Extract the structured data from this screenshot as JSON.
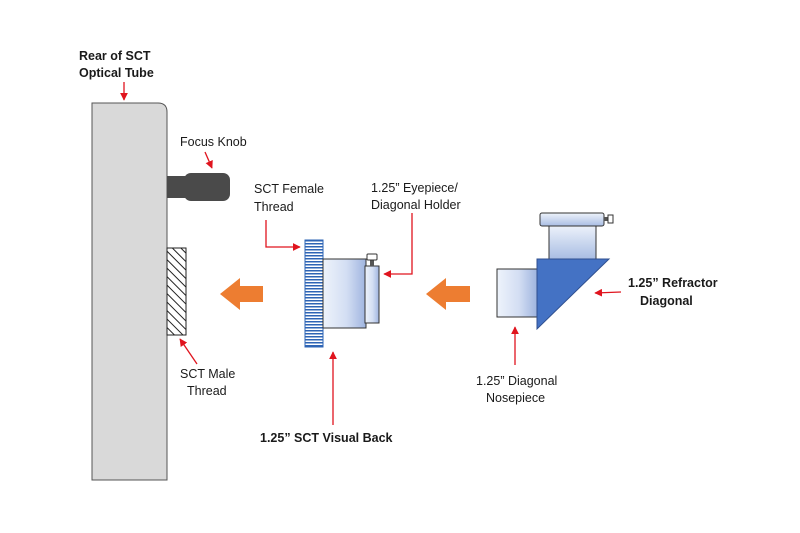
{
  "labels": {
    "rear_line1": "Rear of SCT",
    "rear_line2": "Optical Tube",
    "focus_knob": "Focus Knob",
    "female_line1": "SCT Female",
    "female_line2": "Thread",
    "holder_line1": "1.25” Eyepiece/",
    "holder_line2": "Diagonal Holder",
    "refractor_line1": "1.25” Refractor",
    "refractor_line2": "Diagonal",
    "male_line1": "SCT Male",
    "male_line2": "Thread",
    "visual_back": "1.25” SCT Visual Back",
    "nosepiece_line1": "1.25” Diagonal",
    "nosepiece_line2": "Nosepiece"
  },
  "colors": {
    "tube_fill": "#d9d9d9",
    "outline": "#333333",
    "pointer_red": "#e0141e",
    "arrow_orange": "#ed7d31",
    "diagonal_blue": "#4472c4",
    "ribbed_blue": "#2e64b5",
    "metal_light": "#eef3fb",
    "metal_mid": "#b8c9ea",
    "knob_dark": "#4a4a4a"
  }
}
